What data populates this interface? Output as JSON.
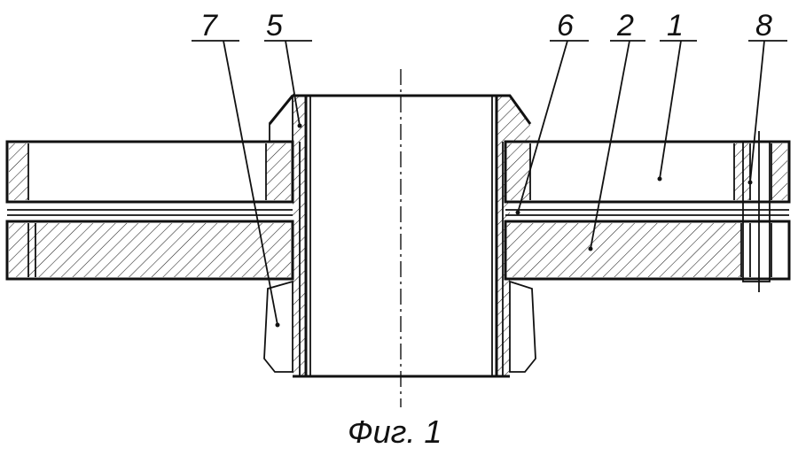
{
  "figure": {
    "caption": "Фиг. 1",
    "labels": [
      {
        "id": "7",
        "text": "7"
      },
      {
        "id": "5",
        "text": "5"
      },
      {
        "id": "6",
        "text": "6"
      },
      {
        "id": "2",
        "text": "2"
      },
      {
        "id": "1",
        "text": "1"
      },
      {
        "id": "8",
        "text": "8"
      }
    ]
  }
}
